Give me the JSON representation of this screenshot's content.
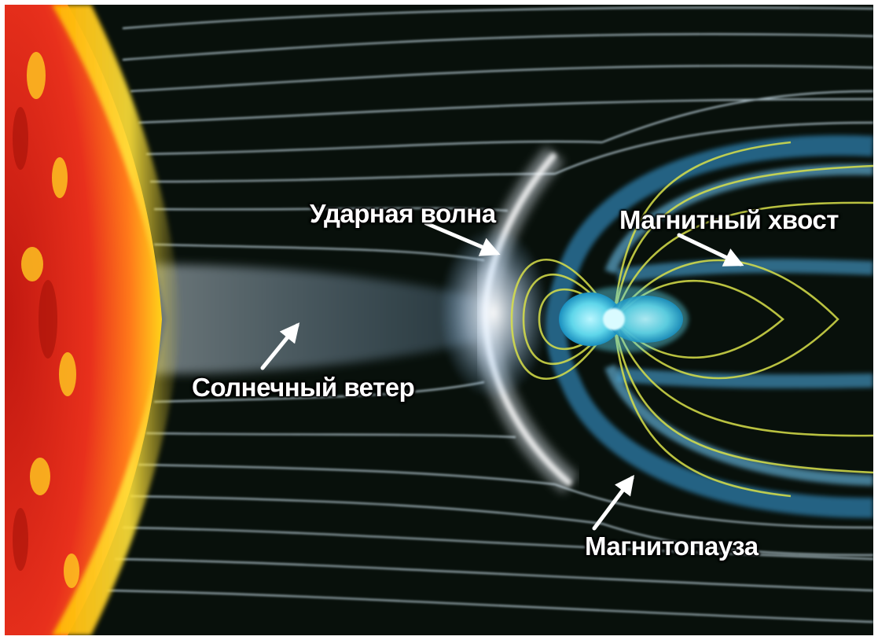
{
  "labels": {
    "bow_shock": "Ударная волна",
    "magnetotail": "Магнитный хвост",
    "solar_wind": "Солнечный ветер",
    "magnetopause": "Магнитопауза"
  },
  "colors": {
    "background": "#08100b",
    "sun_core": "#e8301c",
    "sun_rim": "#ffd21a",
    "wind_lines": "#cfe4ef",
    "shock_glow": "#eef6ff",
    "magnetosphere": "#3aa6e6",
    "field_lines": "#d8e04a",
    "earth": "#5fd6ea",
    "label_text": "#ffffff"
  }
}
